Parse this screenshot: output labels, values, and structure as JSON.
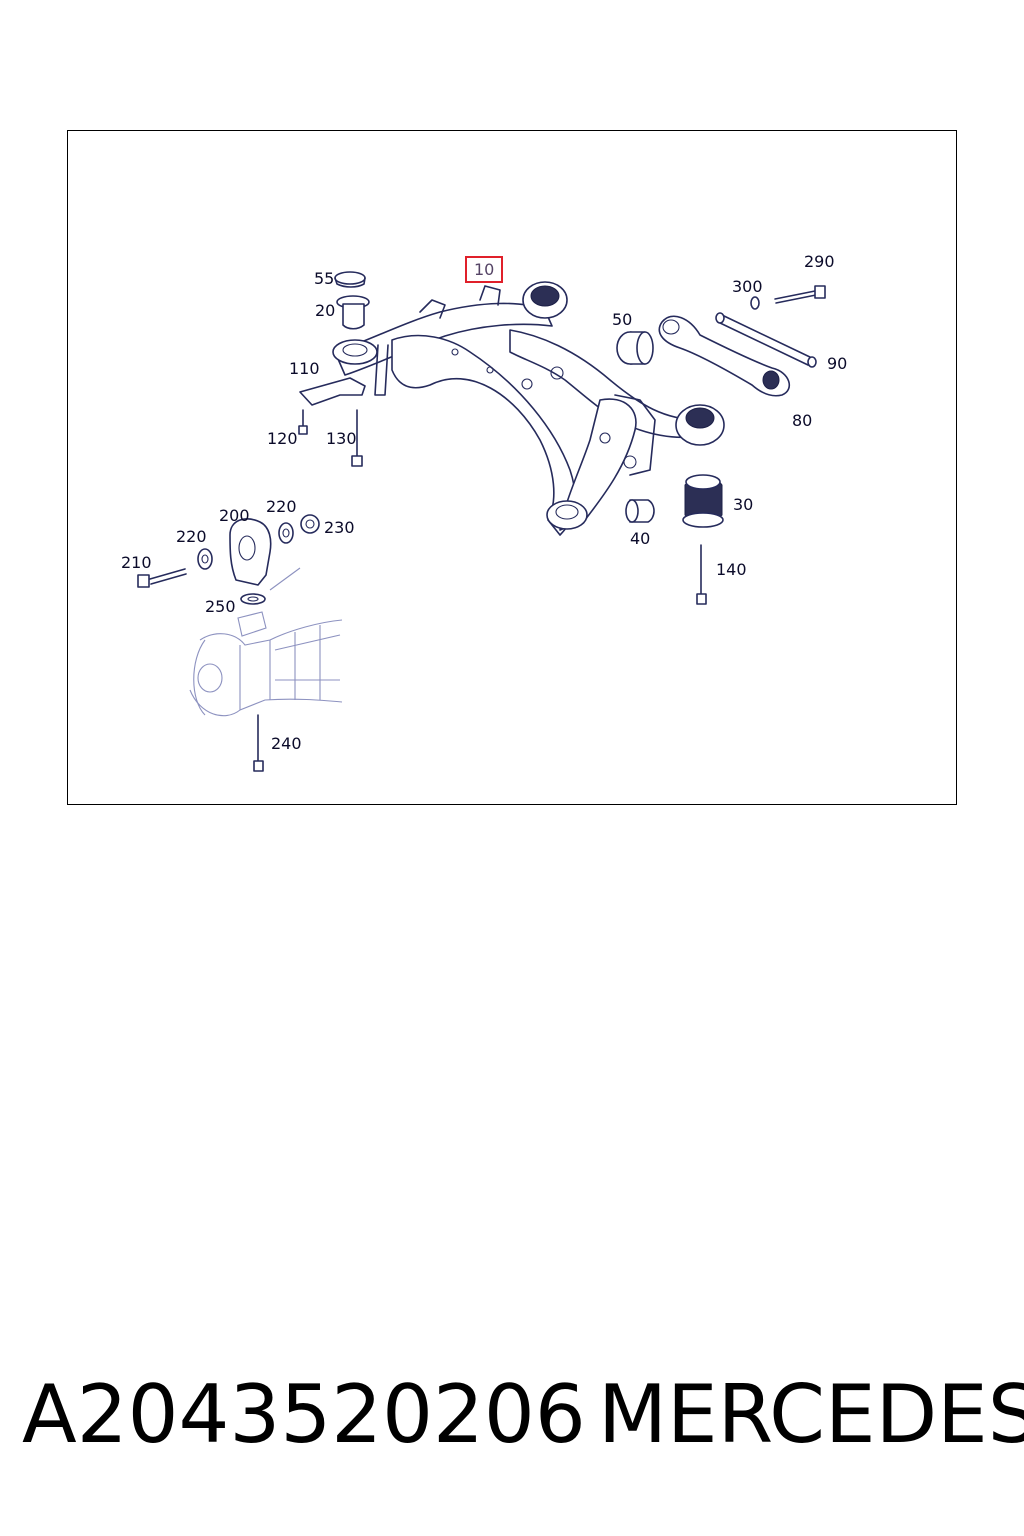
{
  "diagram": {
    "highlighted_callout": "10",
    "callouts": {
      "c10": "10",
      "c20": "20",
      "c30": "30",
      "c40": "40",
      "c50": "50",
      "c55": "55",
      "c80": "80",
      "c90": "90",
      "c110": "110",
      "c120": "120",
      "c130": "130",
      "c140": "140",
      "c200": "200",
      "c210": "210",
      "c220a": "220",
      "c220b": "220",
      "c230": "230",
      "c240": "240",
      "c250": "250",
      "c290": "290",
      "c300": "300"
    },
    "highlight_color": "#e0202a",
    "line_color": "#262b5c"
  },
  "caption": {
    "part_number": "A2043520206",
    "brand": "MERCEDES"
  }
}
